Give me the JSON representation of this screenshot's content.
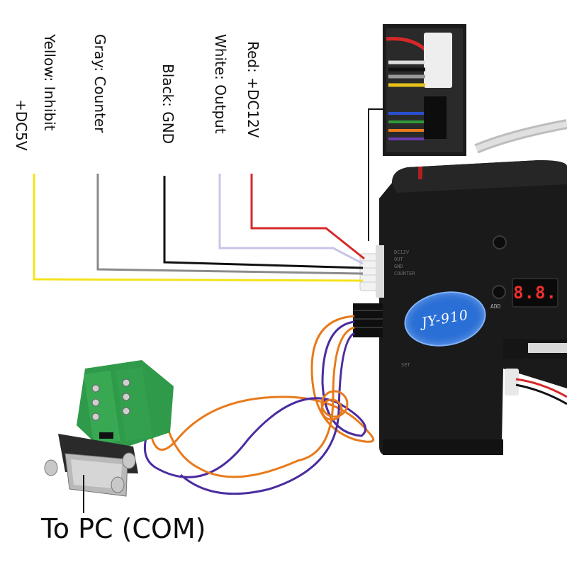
{
  "labels": {
    "yellow": "Yellow: Inhibit",
    "dc5v": "+DC5V",
    "gray": "Gray: Counter",
    "black": "Black: GND",
    "white": "White: Output",
    "red": "Red: +DC12V"
  },
  "bottom_label": "To PC (COM)",
  "device": {
    "model": "JY-910",
    "display": "8.8.",
    "pin_labels": [
      "DC12V",
      "OUT",
      "GND",
      "COUNTER"
    ],
    "button_labels": [
      "ADD",
      "SET"
    ]
  },
  "colors": {
    "red_wire": "#d62828",
    "white_wire": "#c9c4e8",
    "black_wire": "#111111",
    "gray_wire": "#8a8a8a",
    "yellow_wire": "#f5e21a",
    "orange_wire": "#e87a1c",
    "purple_wire": "#4a2ca0",
    "terminal_green": "#2f9a4a",
    "badge_blue": "#2a6fd6",
    "display_red": "#f03030"
  }
}
